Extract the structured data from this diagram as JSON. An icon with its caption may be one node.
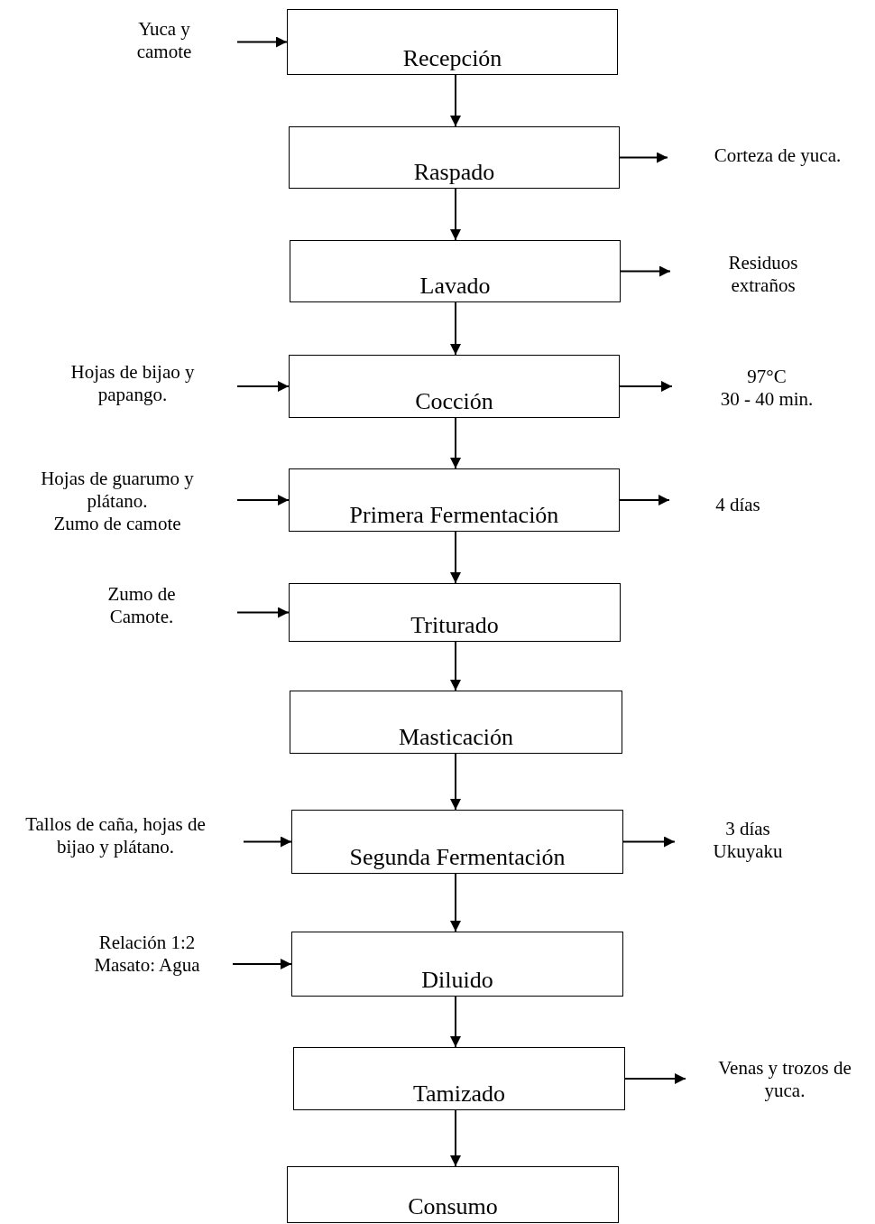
{
  "diagram": {
    "nodes": [
      {
        "text": [
          "Yuca y camote"
        ]
      },
      {
        "text": [
          "Recepción"
        ]
      },
      {
        "text": [
          "Raspado"
        ]
      },
      {
        "text": [
          "Corteza de yuca."
        ]
      },
      {
        "text": [
          "Lavado"
        ]
      },
      {
        "text": [
          "Residuos extraños"
        ]
      },
      {
        "text": [
          "Hojas de bijao y papango."
        ]
      },
      {
        "text": [
          "Cocción"
        ]
      },
      {
        "text": [
          "97°C",
          "30 - 40 min."
        ]
      },
      {
        "text": [
          "Hojas de guarumo y plátano.",
          "Zumo de camote"
        ]
      },
      {
        "text": [
          "Primera Fermentación"
        ]
      },
      {
        "text": [
          "4 días"
        ]
      },
      {
        "text": [
          "Zumo de Camote."
        ]
      },
      {
        "text": [
          "Triturado"
        ]
      },
      {
        "text": [
          "Masticación"
        ]
      },
      {
        "text": [
          "Tallos de caña, hojas de bijao y plátano."
        ]
      },
      {
        "text": [
          "Segunda Fermentación"
        ]
      },
      {
        "text": [
          "3 días",
          "Ukuyaku"
        ]
      },
      {
        "text": [
          "Relación 1:2",
          "Masato: Agua"
        ]
      },
      {
        "text": [
          "Diluido"
        ]
      },
      {
        "text": [
          "Tamizado"
        ]
      },
      {
        "text": [
          "Venas y trozos de yuca."
        ]
      },
      {
        "text": [
          "Consumo"
        ]
      }
    ],
    "edges": [
      {
        "from": 0,
        "to": 1,
        "arrow": "to"
      },
      {
        "from": 1,
        "to": 2,
        "arrow": "to"
      },
      {
        "from": 2,
        "to": 3,
        "arrow": "to"
      },
      {
        "from": 2,
        "to": 4,
        "arrow": "to"
      },
      {
        "from": 4,
        "to": 5,
        "arrow": "to"
      },
      {
        "from": 4,
        "to": 7,
        "arrow": "to"
      },
      {
        "from": 6,
        "to": 7,
        "arrow": "to"
      },
      {
        "from": 7,
        "to": 8,
        "arrow": "to"
      },
      {
        "from": 7,
        "to": 10,
        "arrow": "to"
      },
      {
        "from": 9,
        "to": 10,
        "arrow": "to"
      },
      {
        "from": 10,
        "to": 11,
        "arrow": "to"
      },
      {
        "from": 10,
        "to": 13,
        "arrow": "to"
      },
      {
        "from": 12,
        "to": 13,
        "arrow": "to"
      },
      {
        "from": 13,
        "to": 14,
        "arrow": "to"
      },
      {
        "from": 14,
        "to": 16,
        "arrow": "to"
      },
      {
        "from": 15,
        "to": 16,
        "arrow": "to"
      },
      {
        "from": 16,
        "to": 17,
        "arrow": "to"
      },
      {
        "from": 16,
        "to": 19,
        "arrow": "to"
      },
      {
        "from": 18,
        "to": 19,
        "arrow": "to"
      },
      {
        "from": 19,
        "to": 20,
        "arrow": "to"
      },
      {
        "from": 20,
        "to": 21,
        "arrow": "to"
      },
      {
        "from": 20,
        "to": 22,
        "arrow": "to"
      }
    ]
  }
}
